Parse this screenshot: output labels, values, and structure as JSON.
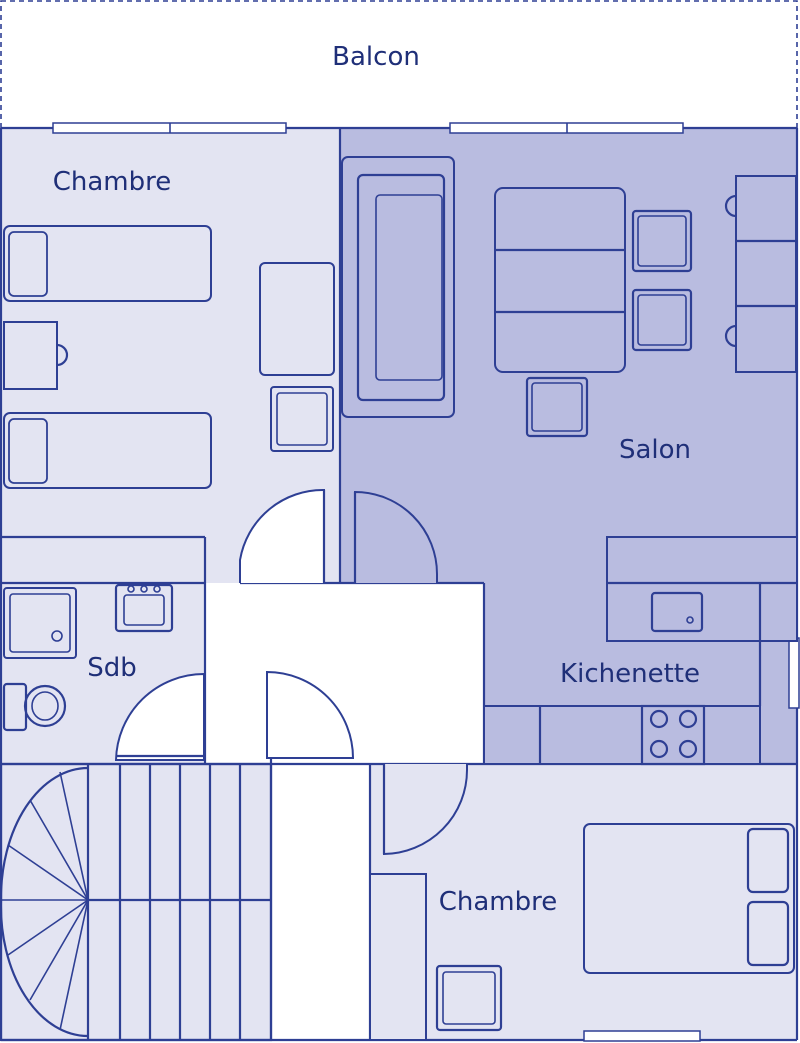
{
  "rooms": {
    "balcony": "Balcon",
    "bedroom_top": "Chambre",
    "living": "Salon",
    "bathroom": "Sdb",
    "kitchenette": "Kichenette",
    "bedroom_bottom": "Chambre"
  },
  "colors": {
    "ink": "#2e3f94",
    "label": "#1f2f78",
    "room_fill": "#e3e4f2",
    "living_fill": "#b9bce0",
    "hall_fill": "#ffffff"
  }
}
